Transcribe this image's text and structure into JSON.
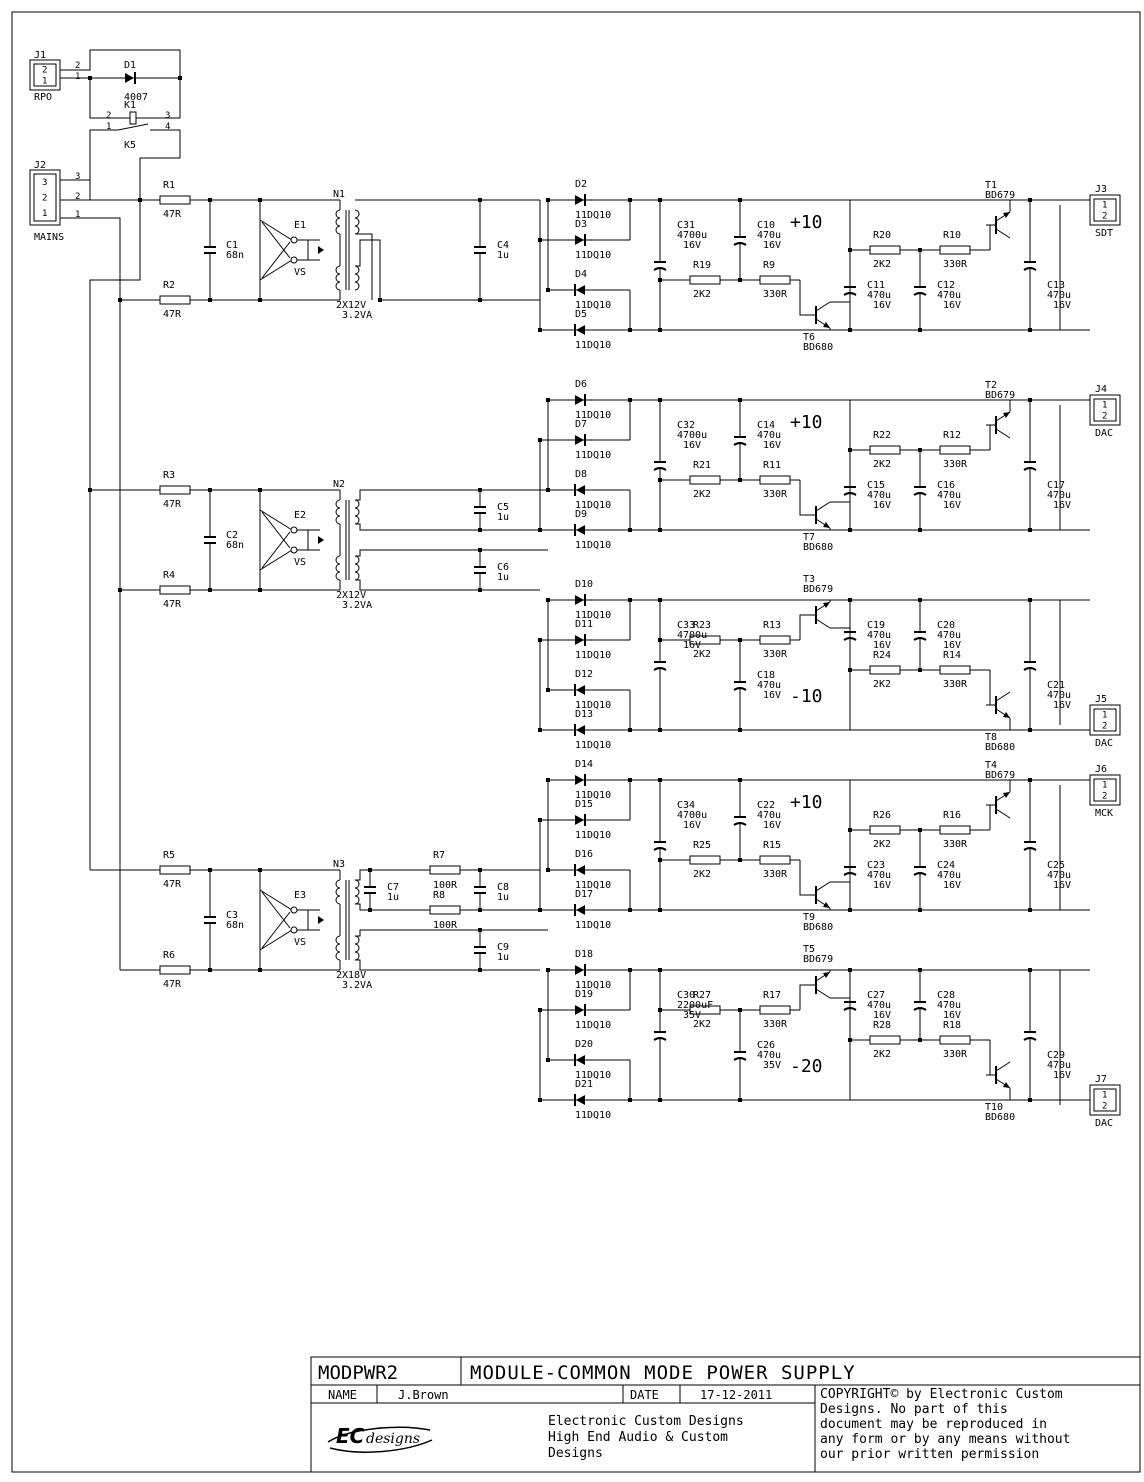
{
  "connectors": {
    "j1": {
      "ref": "J1",
      "pins": [
        "2",
        "1"
      ],
      "label": "RPO"
    },
    "j2": {
      "ref": "J2",
      "pins": [
        "3",
        "2",
        "1"
      ],
      "label": "MAINS"
    },
    "j3": {
      "ref": "J3",
      "pins": [
        "1",
        "2"
      ],
      "label": "SDT"
    },
    "j4": {
      "ref": "J4",
      "pins": [
        "1",
        "2"
      ],
      "label": "DAC"
    },
    "j5": {
      "ref": "J5",
      "pins": [
        "1",
        "2"
      ],
      "label": "DAC"
    },
    "j6": {
      "ref": "J6",
      "pins": [
        "1",
        "2"
      ],
      "label": "MCK"
    },
    "j7": {
      "ref": "J7",
      "pins": [
        "1",
        "2"
      ],
      "label": "DAC"
    }
  },
  "relay": {
    "diode_ref": "D1",
    "diode_value": "4007",
    "ref": "K1",
    "name": "K5",
    "pins": [
      "2",
      "1",
      "3",
      "4"
    ]
  },
  "wire_pins": {
    "a": "2",
    "b": "1",
    "c": "3",
    "d": "2",
    "e": "1"
  },
  "input_stages": [
    {
      "r_top": "R1",
      "r_bot": "R2",
      "r_value": "47R",
      "cap": "C1",
      "cap_value": "68n",
      "selector": "E1",
      "selector_label": "VS",
      "transformer": "N1",
      "transformer_value": [
        "2X12V",
        "3.2VA"
      ]
    },
    {
      "r_top": "R3",
      "r_bot": "R4",
      "r_value": "47R",
      "cap": "C2",
      "cap_value": "68n",
      "selector": "E2",
      "selector_label": "VS",
      "transformer": "N2",
      "transformer_value": [
        "2X12V",
        "3.2VA"
      ]
    },
    {
      "r_top": "R5",
      "r_bot": "R6",
      "r_value": "47R",
      "cap": "C3",
      "cap_value": "68n",
      "selector": "E3",
      "selector_label": "VS",
      "transformer": "N3",
      "transformer_value": [
        "2X18V",
        "3.2VA"
      ]
    }
  ],
  "secondary": {
    "c4": {
      "ref": "C4",
      "value": "1u"
    },
    "c5": {
      "ref": "C5",
      "value": "1u"
    },
    "c6": {
      "ref": "C6",
      "value": "1u"
    },
    "c7": {
      "ref": "C7",
      "value": "1u"
    },
    "c8": {
      "ref": "C8",
      "value": "1u"
    },
    "c9": {
      "ref": "C9",
      "value": "1u"
    },
    "r7": {
      "ref": "R7",
      "value": "100R"
    },
    "r8": {
      "ref": "R8",
      "value": "100R"
    }
  },
  "rails": [
    {
      "voltage": "+10",
      "diodes": [
        "D2",
        "D3",
        "D4",
        "D5"
      ],
      "diode_value": "11DQ10",
      "c_big": "C31",
      "c_big_value": [
        "4700u",
        "16V"
      ],
      "c_small": "C10",
      "c_small_value": [
        "470u",
        "16V"
      ],
      "r_a": "R19",
      "r_a_value": "2K2",
      "r_b": "R9",
      "r_b_value": "330R",
      "t_low": "T6",
      "t_low_value": "BD680",
      "c_f1": "C11",
      "c_f1_value": [
        "470u",
        "16V"
      ],
      "c_f2": "C12",
      "c_f2_value": [
        "470u",
        "16V"
      ],
      "r_c": "R20",
      "r_c_value": "2K2",
      "r_d": "R10",
      "r_d_value": "330R",
      "t_high": "T1",
      "t_high_value": "BD679",
      "c_out": "C13",
      "c_out_value": [
        "470u",
        "16V"
      ]
    },
    {
      "voltage": "+10",
      "diodes": [
        "D6",
        "D7",
        "D8",
        "D9"
      ],
      "diode_value": "11DQ10",
      "c_big": "C32",
      "c_big_value": [
        "4700u",
        "16V"
      ],
      "c_small": "C14",
      "c_small_value": [
        "470u",
        "16V"
      ],
      "r_a": "R21",
      "r_a_value": "2K2",
      "r_b": "R11",
      "r_b_value": "330R",
      "t_low": "T7",
      "t_low_value": "BD680",
      "c_f1": "C15",
      "c_f1_value": [
        "470u",
        "16V"
      ],
      "c_f2": "C16",
      "c_f2_value": [
        "470u",
        "16V"
      ],
      "r_c": "R22",
      "r_c_value": "2K2",
      "r_d": "R12",
      "r_d_value": "330R",
      "t_high": "T2",
      "t_high_value": "BD679",
      "c_out": "C17",
      "c_out_value": [
        "470u",
        "16V"
      ]
    },
    {
      "voltage": "-10",
      "diodes": [
        "D10",
        "D11",
        "D12",
        "D13"
      ],
      "diode_value": "11DQ10",
      "t_top": "T3",
      "t_top_value": "BD679",
      "r_a": "R23",
      "r_a_value": "2K2",
      "r_b": "R13",
      "r_b_value": "330R",
      "c_big": "C33",
      "c_big_value": [
        "4700u",
        "16V"
      ],
      "c_small": "C18",
      "c_small_value": [
        "470u",
        "16V"
      ],
      "c_f1": "C19",
      "c_f1_value": [
        "470u",
        "16V"
      ],
      "c_f2": "C20",
      "c_f2_value": [
        "470u",
        "16V"
      ],
      "r_c": "R24",
      "r_c_value": "2K2",
      "r_d": "R14",
      "r_d_value": "330R",
      "t_bot": "T8",
      "t_bot_value": "BD680",
      "c_out": "C21",
      "c_out_value": [
        "470u",
        "16V"
      ]
    },
    {
      "voltage": "+10",
      "diodes": [
        "D14",
        "D15",
        "D16",
        "D17"
      ],
      "diode_value": "11DQ10",
      "c_big": "C34",
      "c_big_value": [
        "4700u",
        "16V"
      ],
      "c_small": "C22",
      "c_small_value": [
        "470u",
        "16V"
      ],
      "r_a": "R25",
      "r_a_value": "2K2",
      "r_b": "R15",
      "r_b_value": "330R",
      "t_low": "T9",
      "t_low_value": "BD680",
      "c_f1": "C23",
      "c_f1_value": [
        "470u",
        "16V"
      ],
      "c_f2": "C24",
      "c_f2_value": [
        "470u",
        "16V"
      ],
      "r_c": "R26",
      "r_c_value": "2K2",
      "r_d": "R16",
      "r_d_value": "330R",
      "t_high": "T4",
      "t_high_value": "BD679",
      "c_out": "C25",
      "c_out_value": [
        "470u",
        "16V"
      ]
    },
    {
      "voltage": "-20",
      "diodes": [
        "D18",
        "D19",
        "D20",
        "D21"
      ],
      "diode_value": "11DQ10",
      "t_top": "T5",
      "t_top_value": "BD679",
      "r_a": "R27",
      "r_a_value": "2K2",
      "r_b": "R17",
      "r_b_value": "330R",
      "c_big": "C30",
      "c_big_value": [
        "2200uF",
        "35V"
      ],
      "c_small": "C26",
      "c_small_value": [
        "470u",
        "35V"
      ],
      "c_f1": "C27",
      "c_f1_value": [
        "470u",
        "16V"
      ],
      "c_f2": "C28",
      "c_f2_value": [
        "470u",
        "16V"
      ],
      "r_c": "R28",
      "r_c_value": "2K2",
      "r_d": "R18",
      "r_d_value": "330R",
      "t_bot": "T10",
      "t_bot_value": "BD680",
      "c_out": "C29",
      "c_out_value": [
        "470u",
        "16V"
      ]
    }
  ],
  "title_block": {
    "code": "MODPWR2",
    "title": "MODULE-COMMON MODE POWER SUPPLY",
    "name_label": "NAME",
    "name_value": "J.Brown",
    "date_label": "DATE",
    "date_value": "17-12-2011",
    "company": [
      "Electronic Custom Designs",
      "High End Audio  &  Custom",
      "Designs"
    ],
    "copyright": [
      "COPYRIGHT© by Electronic Custom",
      "Designs. No part of this",
      "document may be reproduced in",
      "any form or by any means without",
      "our prior written permission"
    ],
    "logo_ec": "EC",
    "logo_designs": "designs"
  }
}
